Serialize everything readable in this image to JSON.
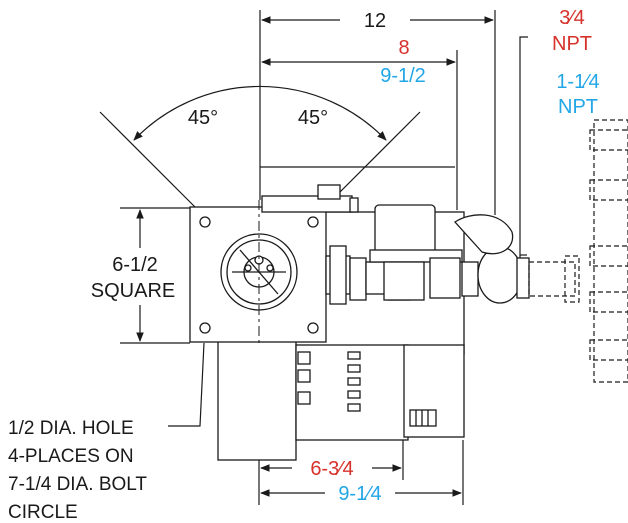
{
  "labels": {
    "dim_12": "12",
    "dim_8": "8",
    "dim_9_half": "9-1/2",
    "npt_34_size": "3⁄4",
    "npt_34_unit": "NPT",
    "npt_114_size": "1-1⁄4",
    "npt_114_unit": "NPT",
    "angle_left": "45°",
    "angle_right": "45°",
    "square_size": "6-1/2",
    "square_label": "SQUARE",
    "hole_line1": "1/2 DIA. HOLE",
    "hole_line2": "4-PLACES ON",
    "hole_line3": "7-1/4 DIA. BOLT",
    "hole_line4": "CIRCLE",
    "dim_6_34": "6-3⁄4",
    "dim_9_14": "9-1⁄4"
  },
  "colors": {
    "line": "#1a1a1a",
    "red": "#d6322b",
    "blue": "#22a6e6"
  }
}
